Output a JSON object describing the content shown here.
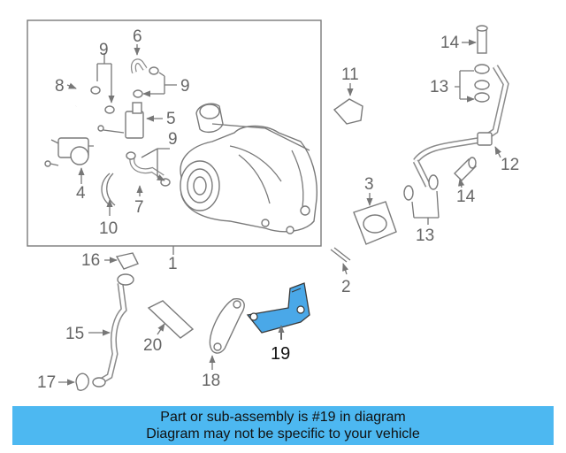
{
  "callouts": {
    "n1": "1",
    "n2": "2",
    "n3": "3",
    "n4": "4",
    "n5": "5",
    "n6": "6",
    "n7": "7",
    "n8": "8",
    "n9a": "9",
    "n9b": "9",
    "n9c": "9",
    "n10": "10",
    "n11": "11",
    "n12": "12",
    "n13a": "13",
    "n13b": "13",
    "n14a": "14",
    "n14b": "14",
    "n15": "15",
    "n16": "16",
    "n17": "17",
    "n18": "18",
    "n19": "19",
    "n20": "20"
  },
  "highlight": {
    "color": "#4aa8e8",
    "part_number": "19"
  },
  "banner": {
    "line1": "Part or sub-assembly is #19 in diagram",
    "line2": "Diagram may not be specific to your vehicle",
    "background": "#4db8f1"
  }
}
